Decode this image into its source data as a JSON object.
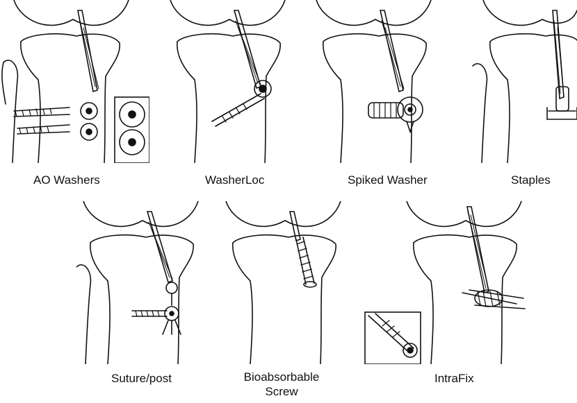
{
  "figures": {
    "ao_washers": {
      "caption": "AO Washers"
    },
    "washerloc": {
      "caption": "WasherLoc"
    },
    "spiked_washer": {
      "caption": "Spiked Washer"
    },
    "staples": {
      "caption": "Staples"
    },
    "suture_post": {
      "caption": "Suture/post"
    },
    "bioabsorbable_screw": {
      "caption_line1": "Bioabsorbable",
      "caption_line2": "Screw"
    },
    "intrafix": {
      "caption": "IntraFix"
    }
  }
}
